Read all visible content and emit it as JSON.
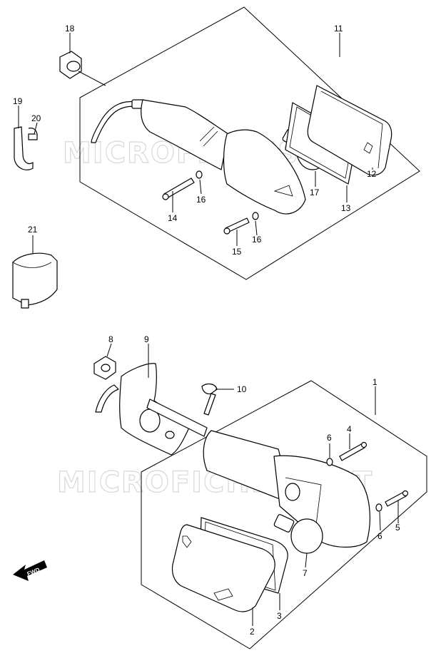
{
  "watermark": "MICROFICHES.NET",
  "fwd_label": "FWD",
  "callouts": {
    "c1": "1",
    "c2": "2",
    "c3": "3",
    "c4": "4",
    "c5": "5",
    "c6a": "6",
    "c6b": "6",
    "c7": "7",
    "c8": "8",
    "c9": "9",
    "c10": "10",
    "c11": "11",
    "c12": "12",
    "c13": "13",
    "c14": "14",
    "c15": "15",
    "c16a": "16",
    "c16b": "16",
    "c17": "17",
    "c18": "18",
    "c19": "19",
    "c20": "20",
    "c21": "21"
  }
}
